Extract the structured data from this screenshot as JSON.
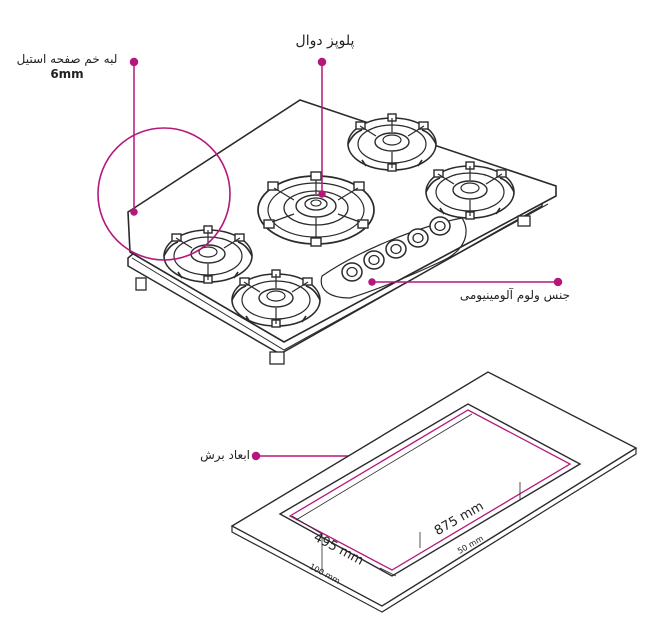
{
  "callouts": {
    "steel_edge": {
      "line1": "لبه خم صفحه استیل",
      "line2": "6mm"
    },
    "grates": {
      "text": "پلوپز دوال"
    },
    "knobs": {
      "text": "جنس ولوم آلومینیومی"
    },
    "cutout": {
      "text": "ابعاد برش"
    }
  },
  "dimensions": {
    "depth": "495 mm",
    "width": "875 mm",
    "side_margin": "50 mm",
    "front_margin": "100 mm"
  },
  "colors": {
    "accent": "#b5177c",
    "line": "#2a2a2a",
    "fill": "#ffffff"
  }
}
